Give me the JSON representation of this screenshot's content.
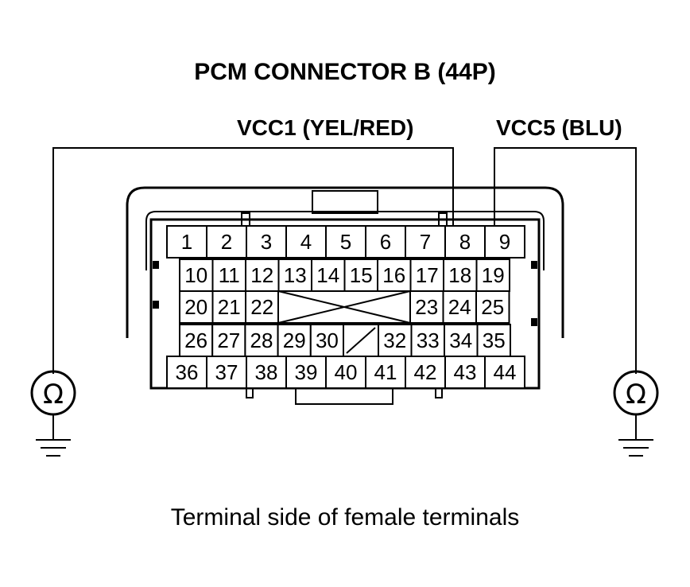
{
  "title": "PCM CONNECTOR B (44P)",
  "labels": {
    "vcc1": "VCC1 (YEL/RED)",
    "vcc5": "VCC5 (BLU)"
  },
  "caption": "Terminal side of female terminals",
  "meter_symbol": "Ω",
  "pins": {
    "row1": [
      "1",
      "2",
      "3",
      "4",
      "5",
      "6",
      "7",
      "8",
      "9"
    ],
    "row2": [
      "10",
      "11",
      "12",
      "13",
      "14",
      "15",
      "16",
      "17",
      "18",
      "19"
    ],
    "row3_left": [
      "20",
      "21",
      "22"
    ],
    "row3_right": [
      "23",
      "24",
      "25"
    ],
    "row4_left": [
      "26",
      "27",
      "28",
      "29",
      "30"
    ],
    "row4_right": [
      "32",
      "33",
      "34",
      "35"
    ],
    "row5": [
      "36",
      "37",
      "38",
      "39",
      "40",
      "41",
      "42",
      "43",
      "44"
    ]
  }
}
